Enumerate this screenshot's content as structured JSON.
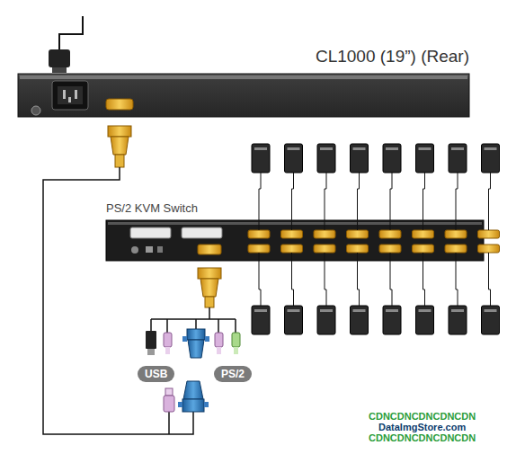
{
  "diagram": {
    "nodes": [
      {
        "text": [
          "CL1000 (19”) (Rear)"
        ]
      },
      {
        "text": [
          "PS/2 KVM Switch"
        ]
      },
      {
        "text": [
          "USB"
        ]
      },
      {
        "text": [
          "PS/2"
        ]
      }
    ],
    "labels": [
      "CDNCDNCDNCDNCDN",
      "DataImgStore.com",
      "CDNCDNCDNCDNCDN"
    ]
  }
}
